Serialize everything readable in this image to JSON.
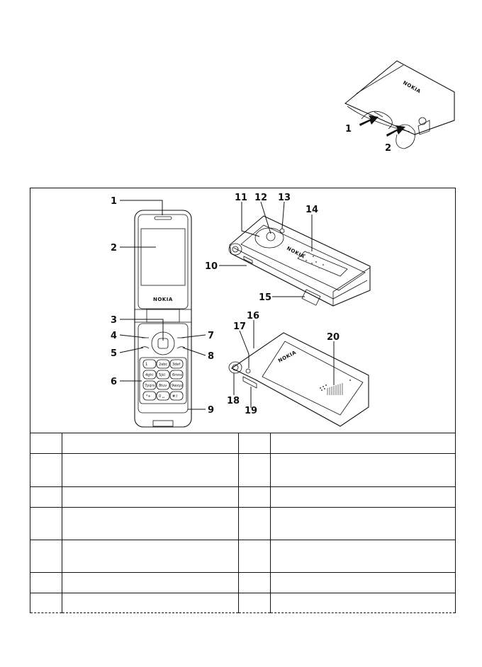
{
  "strap_callouts": [
    "1",
    "2"
  ],
  "callouts": [
    "1",
    "2",
    "3",
    "4",
    "5",
    "6",
    "7",
    "8",
    "9",
    "10",
    "11",
    "12",
    "13",
    "14",
    "15",
    "16",
    "17",
    "18",
    "19",
    "20"
  ],
  "brand": "NOKIA",
  "keypad": [
    [
      "1",
      "2abc",
      "3def"
    ],
    [
      "4ghi",
      "5jkl",
      "6mno"
    ],
    [
      "7pqrs",
      "8tuv",
      "9wxyz"
    ],
    [
      "*+",
      "0 ␣",
      "#⇧"
    ]
  ],
  "table": {
    "rows": [
      [
        "",
        "",
        "",
        ""
      ],
      [
        "",
        "",
        "",
        ""
      ],
      [
        "",
        "",
        "",
        ""
      ],
      [
        "",
        "",
        "",
        ""
      ],
      [
        "",
        "",
        "",
        ""
      ],
      [
        "",
        "",
        "",
        ""
      ],
      [
        "",
        "",
        "",
        ""
      ]
    ]
  }
}
